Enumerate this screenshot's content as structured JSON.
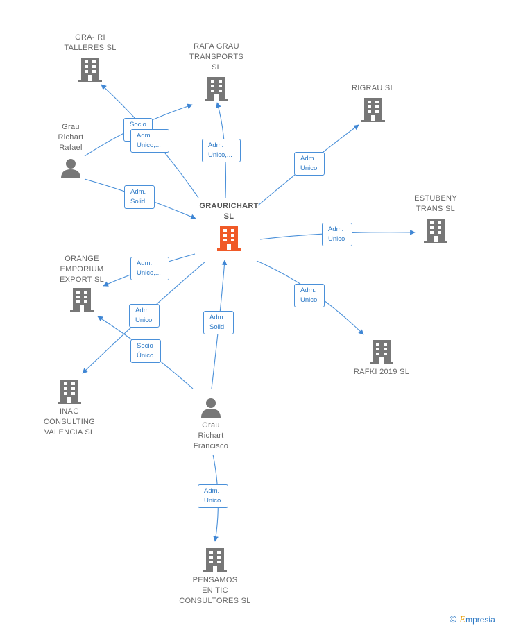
{
  "nodes": {
    "center": {
      "name": "GRAURICHART\nSL",
      "icon": "building-icon-orange",
      "color": "#f05a28"
    },
    "grari": {
      "name": "GRA- RI\nTALLERES  SL",
      "icon": "building-icon"
    },
    "rafagrau": {
      "name": "RAFA GRAU\nTRANSPORTS\nSL",
      "icon": "building-icon"
    },
    "rigrau": {
      "name": "RIGRAU  SL",
      "icon": "building-icon"
    },
    "estubeny": {
      "name": "ESTUBENY\nTRANS  SL",
      "icon": "building-icon"
    },
    "rafki": {
      "name": "RAFKI 2019  SL",
      "icon": "building-icon"
    },
    "orange": {
      "name": "ORANGE\nEMPORIUM\nEXPORT  SL",
      "icon": "building-icon"
    },
    "inag": {
      "name": "INAG\nCONSULTING\nVALENCIA  SL",
      "icon": "building-icon"
    },
    "pensamos": {
      "name": "PENSAMOS\nEN TIC\nCONSULTORES SL",
      "icon": "building-icon"
    },
    "rafael": {
      "name": "Grau\nRichart\nRafael",
      "icon": "person-icon"
    },
    "francisco": {
      "name": "Grau\nRichart\nFrancisco",
      "icon": "person-icon"
    }
  },
  "edge_labels": {
    "rafael_socio": "Socio\nÚ...",
    "rafael_adm": "Adm.\nUnico,...",
    "rafael_solid": "Adm.\nSolid.",
    "rafagrau": "Adm.\nUnico,...",
    "rigrau": "Adm.\nUnico",
    "estubeny": "Adm.\nUnico",
    "rafki": "Adm.\nUnico",
    "orange": "Adm.\nUnico,...",
    "inag": "Adm.\nUnico",
    "francisco_socio": "Socio\nÚnico",
    "francisco_solid": "Adm.\nSolid.",
    "pensamos": "Adm.\nUnico"
  },
  "colors": {
    "edge": "#4a90d9",
    "building": "#777777",
    "center": "#f05a28"
  },
  "brand": {
    "copyright": "©",
    "initial": "E",
    "rest": "mpresia"
  }
}
